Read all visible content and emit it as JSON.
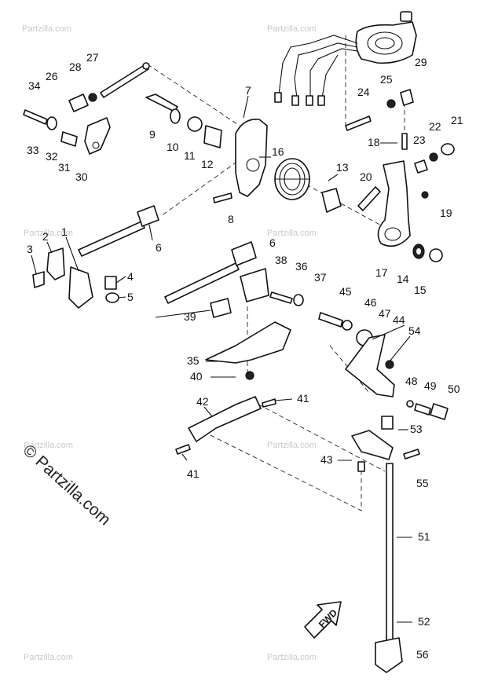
{
  "watermark": {
    "brand": "© Partzilla.com",
    "text": "Partzilla.com"
  },
  "direction_marker": "FWD",
  "callouts": {
    "c1": "1",
    "c2": "2",
    "c3": "3",
    "c4": "4",
    "c5": "5",
    "c6a": "6",
    "c6b": "6",
    "c7": "7",
    "c8": "8",
    "c9": "9",
    "c10": "10",
    "c11": "11",
    "c12": "12",
    "c13": "13",
    "c14": "14",
    "c15": "15",
    "c16": "16",
    "c17": "17",
    "c18": "18",
    "c19": "19",
    "c20": "20",
    "c21": "21",
    "c22": "22",
    "c23": "23",
    "c24": "24",
    "c25": "25",
    "c26": "26",
    "c27": "27",
    "c28": "28",
    "c29": "29",
    "c30": "30",
    "c31": "31",
    "c32": "32",
    "c33": "33",
    "c34": "34",
    "c35": "35",
    "c36": "36",
    "c37": "37",
    "c38": "38",
    "c39": "39",
    "c40": "40",
    "c41a": "41",
    "c41b": "41",
    "c42": "42",
    "c43": "43",
    "c44": "44",
    "c45": "45",
    "c46": "46",
    "c47": "47",
    "c48": "48",
    "c49": "49",
    "c50": "50",
    "c51": "51",
    "c52": "52",
    "c53": "53",
    "c54": "54",
    "c55": "55",
    "c56": "56"
  }
}
